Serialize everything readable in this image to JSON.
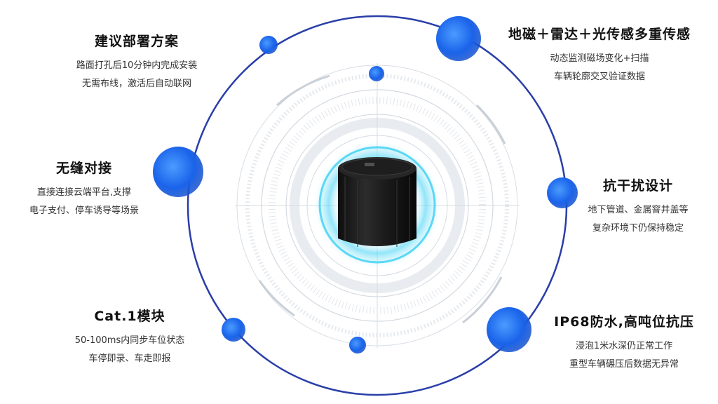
{
  "features": [
    {
      "title": "建议部署方案",
      "lines": [
        "路面打孔后10分钟内完成安装",
        "无需布线，激活后自动联网"
      ]
    },
    {
      "title": "地磁＋雷达＋光传感多重传感",
      "lines": [
        "动态监测磁场变化+扫描",
        "车辆轮廓交叉验证数据"
      ]
    },
    {
      "title": "无缝对接",
      "lines": [
        "直接连接云端平台,支撑",
        "电子支付、停车诱导等场景"
      ]
    },
    {
      "title": "抗干扰设计",
      "lines": [
        "地下管道、金属窨井盖等",
        "复杂环境下仍保持稳定"
      ]
    },
    {
      "title": "Cat.1模块",
      "lines": [
        "50-100ms内同步车位状态",
        "车停即录、车走即报"
      ]
    },
    {
      "title": "IP68防水,高吨位抗压",
      "lines": [
        "浸泡1米水深仍正常工作",
        "重型车辆碾压后数据无异常"
      ]
    }
  ],
  "colors": {
    "ring": "#2a3ea8",
    "dot": "#1f6ff0",
    "glow": "#3ad2f2",
    "device": "#1c1c1c"
  }
}
